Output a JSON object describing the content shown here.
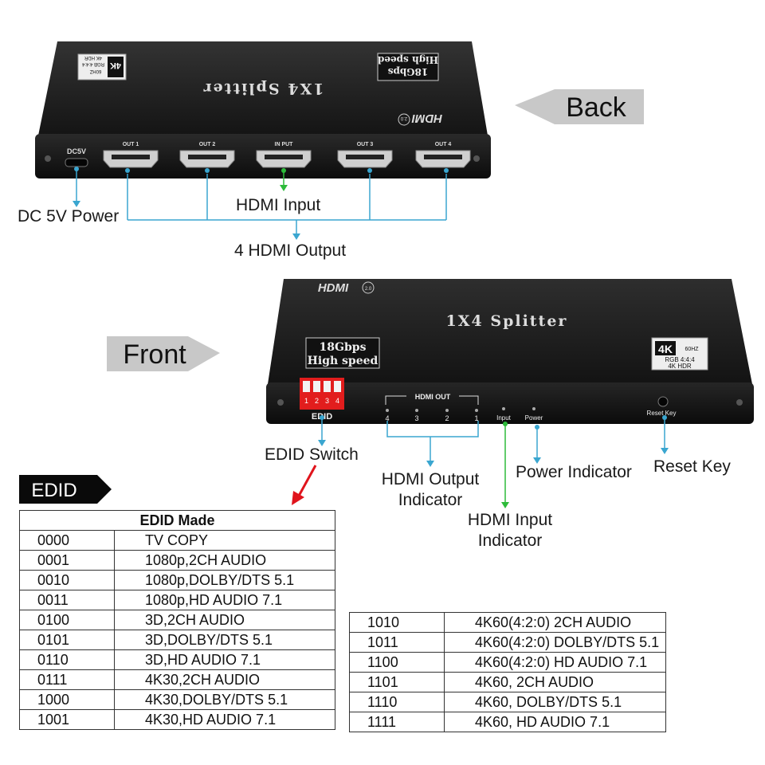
{
  "back": {
    "tag": "Back",
    "device_label": "1X4 Splitter",
    "badge_4k": "4K",
    "badge_60hz": "60HZ",
    "badge_rgb": "RGB 4:4:4",
    "badge_hdr": "4K HDR",
    "speed_line1": "18Gbps",
    "speed_line2": "High speed",
    "hdmi_logo": "HDMI",
    "hdmi_ver": "2.0",
    "port_dc": "DC5V",
    "ports": [
      "OUT 1",
      "OUT 2",
      "IN PUT",
      "OUT 3",
      "OUT 4"
    ],
    "callout_power": "DC 5V Power",
    "callout_input": "HDMI Input",
    "callout_output": "4 HDMI Output"
  },
  "front": {
    "tag": "Front",
    "device_label": "1X4 Splitter",
    "hdmi_logo": "HDMI",
    "hdmi_ver": "2.0",
    "speed_line1": "18Gbps",
    "speed_line2": "High speed",
    "badge_4k": "4K",
    "badge_60hz": "60HZ",
    "badge_rgb": "RGB 4:4:4",
    "badge_hdr": "4K HDR",
    "edid_label": "EDID",
    "dip_numbers": [
      "1",
      "2",
      "3",
      "4"
    ],
    "hdmi_out_label": "HDMI OUT",
    "led_numbers": [
      "4",
      "3",
      "2",
      "1"
    ],
    "input_label": "Input",
    "power_label": "Power",
    "reset_label": "Reset Key",
    "callout_edid": "EDID Switch",
    "callout_output_l1": "HDMI Output",
    "callout_output_l2": "Indicator",
    "callout_input_l1": "HDMI Input",
    "callout_input_l2": "Indicator",
    "callout_power": "Power Indicator",
    "callout_reset": "Reset Key"
  },
  "edid": {
    "tag": "EDID",
    "table_title": "EDID Made",
    "left_rows": [
      {
        "code": "0000",
        "desc": "TV COPY"
      },
      {
        "code": "0001",
        "desc": "1080p,2CH AUDIO"
      },
      {
        "code": "0010",
        "desc": "1080p,DOLBY/DTS 5.1"
      },
      {
        "code": "0011",
        "desc": "1080p,HD AUDIO 7.1"
      },
      {
        "code": "0100",
        "desc": "3D,2CH AUDIO"
      },
      {
        "code": "0101",
        "desc": "3D,DOLBY/DTS 5.1"
      },
      {
        "code": "0110",
        "desc": "3D,HD AUDIO 7.1"
      },
      {
        "code": "0111",
        "desc": "4K30,2CH AUDIO"
      },
      {
        "code": "1000",
        "desc": "4K30,DOLBY/DTS 5.1"
      },
      {
        "code": "1001",
        "desc": "4K30,HD AUDIO 7.1"
      }
    ],
    "right_rows": [
      {
        "code": "1010",
        "desc": "4K60(4:2:0) 2CH AUDIO"
      },
      {
        "code": "1011",
        "desc": "4K60(4:2:0) DOLBY/DTS 5.1"
      },
      {
        "code": "1100",
        "desc": "4K60(4:2:0) HD AUDIO 7.1"
      },
      {
        "code": "1101",
        "desc": "4K60, 2CH AUDIO"
      },
      {
        "code": "1110",
        "desc": "4K60, DOLBY/DTS 5.1"
      },
      {
        "code": "1111",
        "desc": "4K60, HD AUDIO  7.1"
      }
    ]
  },
  "colors": {
    "callout_blue": "#3aa6d0",
    "callout_green": "#2dbb3a",
    "arrow_red": "#e0141c",
    "tag_gray": "#c8c8c8",
    "device_body": "#1b1b1b"
  }
}
